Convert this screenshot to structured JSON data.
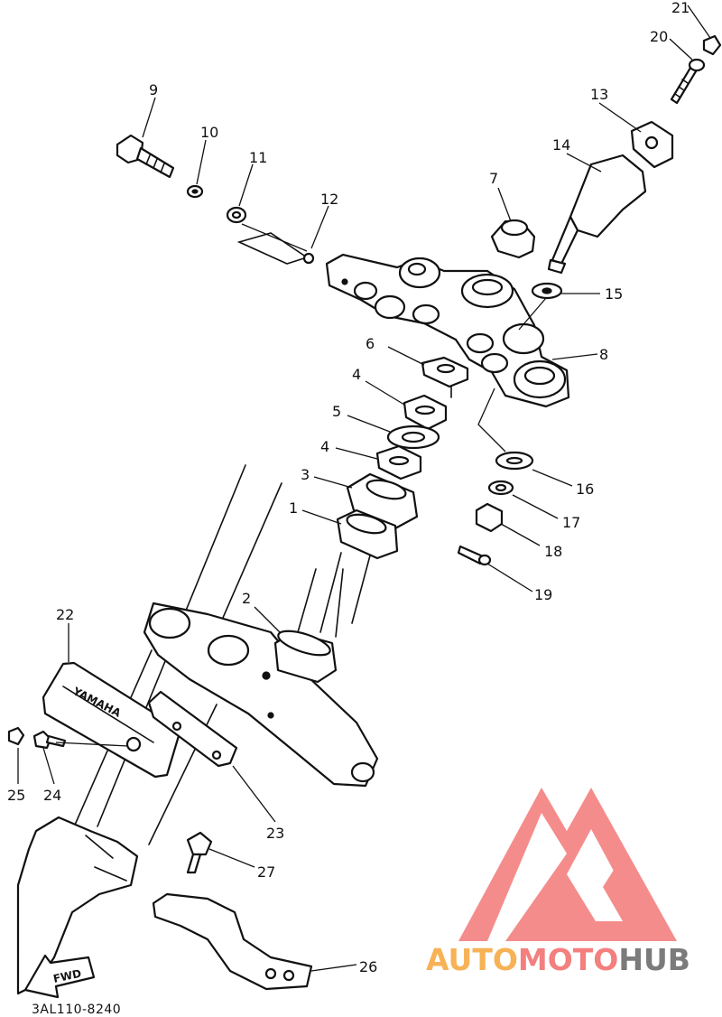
{
  "diagram": {
    "part_numbers": [
      "1",
      "2",
      "3",
      "4",
      "4",
      "5",
      "6",
      "7",
      "8",
      "9",
      "10",
      "11",
      "12",
      "13",
      "14",
      "15",
      "16",
      "17",
      "18",
      "19",
      "20",
      "21",
      "22",
      "23",
      "24",
      "25",
      "26",
      "27"
    ],
    "forward_arrow_text": "FWD",
    "drawing_code": "3AL110-8240"
  },
  "watermark": {
    "word_part1": "AUTO",
    "word_part2": "MOTO",
    "word_part3": "HUB",
    "colors": {
      "auto": "#f7b256",
      "moto": "#f47f7f",
      "hub": "#7b7b7b",
      "logo": "#f47f7f"
    },
    "logo_icon": "triangle-m-logo"
  }
}
